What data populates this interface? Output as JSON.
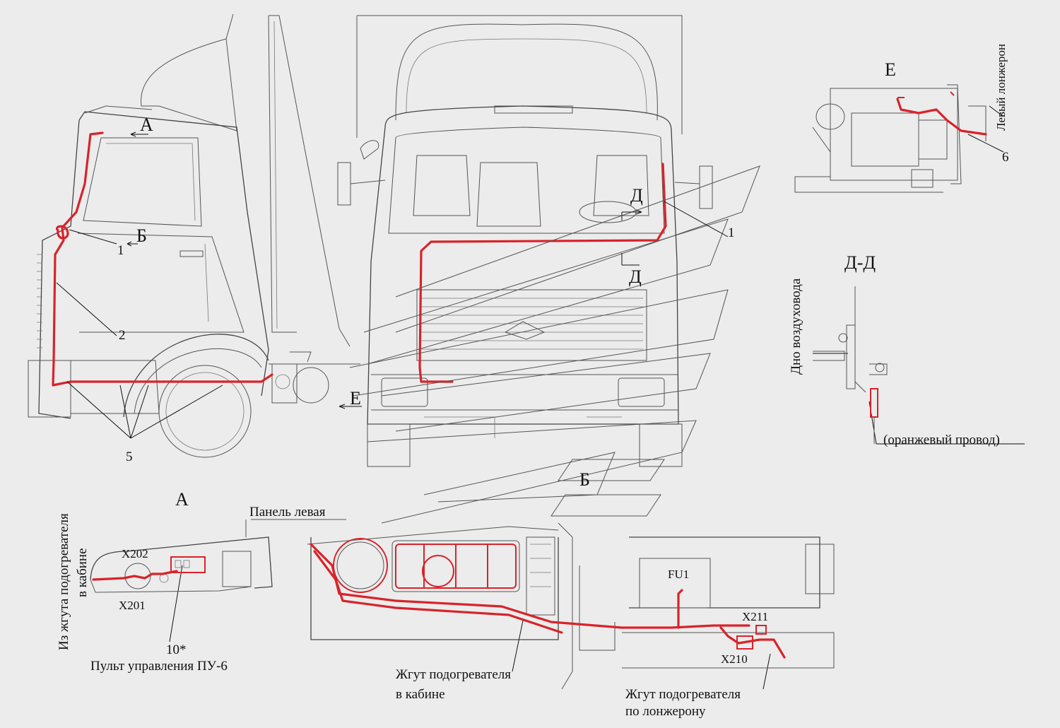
{
  "views": {
    "a": "А",
    "b": "Б",
    "d": "Д",
    "e": "Е",
    "dd": "Д-Д"
  },
  "labels": {
    "n1": "1",
    "n2": "2",
    "n5": "5",
    "n6": "6",
    "n10": "10*",
    "left_spar": "Левый лонжерон",
    "duct_bottom": "Дно воздуховода",
    "orange_wire": "(оранжевый провод)",
    "panel_left": "Панель левая",
    "from_harness_line1": "Из жгута подогревателя",
    "from_harness_line2": "в кабине",
    "x202": "X202",
    "x201": "X201",
    "control_panel": "Пульт управления ПУ-6",
    "fu1": "FU1",
    "x211": "X211",
    "x210": "X210",
    "cab_harness_line1": "Жгут подогревателя",
    "cab_harness_line2": "в кабине",
    "spar_harness_line1": "Жгут подогревателя",
    "spar_harness_line2": "по лонжерону"
  },
  "colors": {
    "harness": "#d8232a",
    "linework": "#555555",
    "background": "#ececec"
  }
}
